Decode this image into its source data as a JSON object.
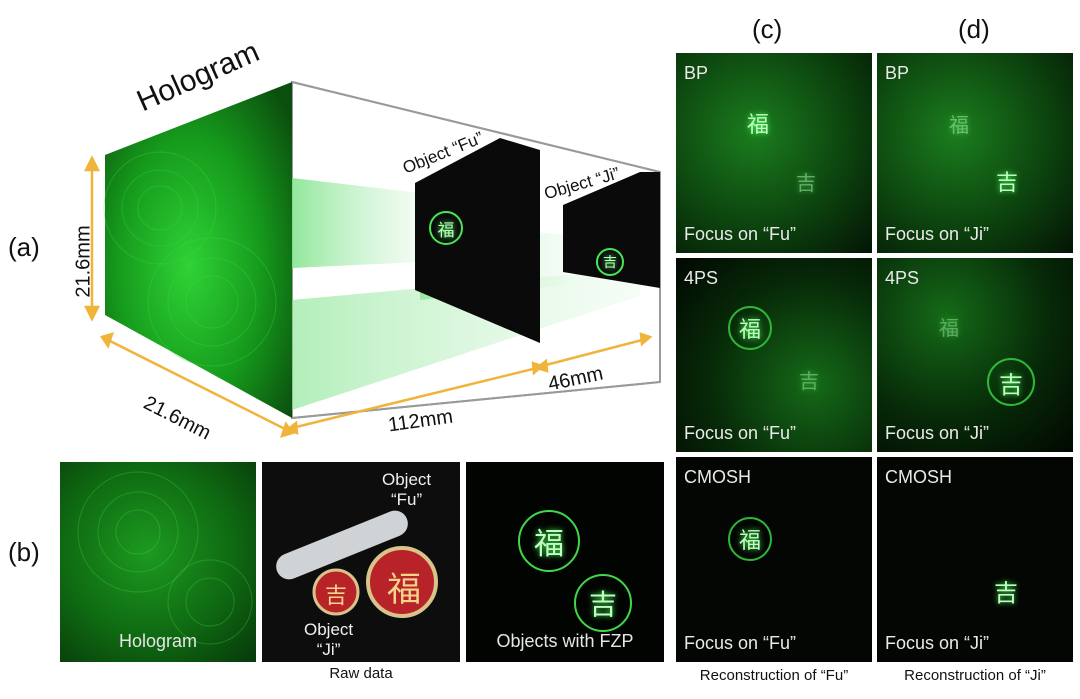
{
  "figure": {
    "labels": {
      "a": "(a)",
      "b": "(b)",
      "c": "(c)",
      "d": "(d)"
    },
    "panel_a": {
      "title": "Hologram",
      "dim_height": "21.6mm",
      "dim_width": "21.6mm",
      "dim_dist1": "112mm",
      "dim_dist2": "46mm",
      "object_fu_label": "Object “Fu”",
      "object_ji_label": "Object “Ji”",
      "glyph_fu": "福",
      "glyph_ji": "吉"
    },
    "panel_b": {
      "hologram_caption": "Hologram",
      "raw_object_fu_line1": "Object",
      "raw_object_fu_line2": "“Fu”",
      "raw_object_ji_line1": "Object",
      "raw_object_ji_line2": "“Ji”",
      "raw_caption": "Raw data",
      "fzp_caption": "Objects with FZP"
    },
    "col_c": {
      "bp": "BP",
      "ps": "4PS",
      "cmosh": "CMOSH",
      "focus": "Focus on “Fu”",
      "caption": "Reconstruction of “Fu”"
    },
    "col_d": {
      "bp": "BP",
      "ps": "4PS",
      "cmosh": "CMOSH",
      "focus": "Focus on “Ji”",
      "caption": "Reconstruction of “Ji”"
    },
    "colors": {
      "holo_green": "#1f9a22",
      "dim_orange": "#f0b43a",
      "dark": "#050805"
    }
  }
}
